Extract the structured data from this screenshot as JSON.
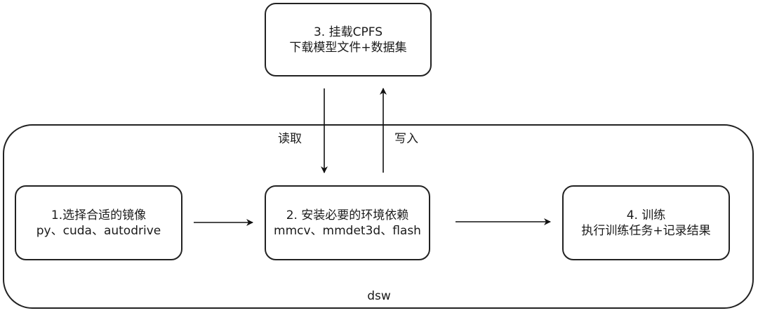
{
  "diagram": {
    "type": "flowchart",
    "container": {
      "label": "dsw"
    },
    "nodes": [
      {
        "id": "1",
        "line1": "1.选择合适的镜像",
        "line2": "py、cuda、autodrive"
      },
      {
        "id": "2",
        "line1": "2. 安装必要的环境依赖",
        "line2": "mmcv、mmdet3d、flash"
      },
      {
        "id": "3",
        "line1": "3. 挂载CPFS",
        "line2": "下载模型文件+数据集"
      },
      {
        "id": "4",
        "line1": "4. 训练",
        "line2": "执行训练任务+记录结果"
      }
    ],
    "edges": [
      {
        "from": "1",
        "to": "2",
        "label": ""
      },
      {
        "from": "2",
        "to": "4",
        "label": ""
      },
      {
        "from": "3",
        "to": "2",
        "label": "读取"
      },
      {
        "from": "2",
        "to": "3",
        "label": "写入"
      }
    ],
    "colors": {
      "stroke": "#222222",
      "background": "#ffffff",
      "text": "#1a1a1a"
    }
  }
}
